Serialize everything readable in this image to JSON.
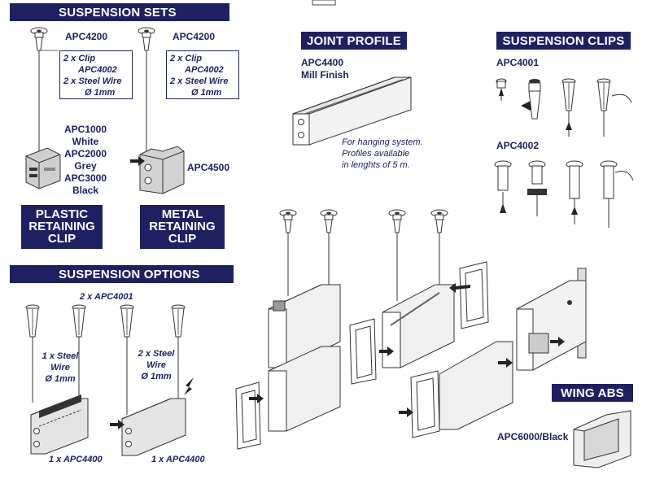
{
  "suspension_sets": {
    "title": "SUSPENSION SETS",
    "left_code": "APC4200",
    "right_code": "APC4200",
    "kit_left": [
      "2 x Clip",
      "APC4002",
      "2 x Steel Wire",
      "Ø 1mm"
    ],
    "kit_right": [
      "2 x Clip",
      "APC4002",
      "2 x Steel Wire",
      "Ø 1mm"
    ],
    "plastic_codes": [
      "APC1000",
      "White",
      "APC2000",
      "Grey",
      "APC3000",
      "Black"
    ],
    "metal_code": "APC4500",
    "plastic_clip_label": [
      "PLASTIC",
      "RETAINING",
      "CLIP"
    ],
    "metal_clip_label": [
      "METAL",
      "RETAINING",
      "CLIP"
    ]
  },
  "joint_profile": {
    "title": "JOINT PROFILE",
    "code": "APC4400",
    "finish": "Mill Finish",
    "note": [
      "For hanging system.",
      "Profiles available",
      "in lenghts of 5 m."
    ]
  },
  "suspension_clips": {
    "title": "SUSPENSION CLIPS",
    "code_a": "APC4001",
    "code_b": "APC4002"
  },
  "suspension_options": {
    "title": "SUSPENSION OPTIONS",
    "top_caption": "2 x APC4001",
    "left_wire": [
      "1 x Steel",
      "Wire",
      "Ø 1mm"
    ],
    "right_wire": [
      "2 x Steel",
      "Wire",
      "Ø 1mm"
    ],
    "left_profile": "1 x  APC4400",
    "right_profile": "1 x  APC4400"
  },
  "wing_abs": {
    "title": "WING ABS",
    "code": "APC6000/Black"
  },
  "colors": {
    "navy": "#1d2162",
    "line": "#333333",
    "panel": "#eeeeee"
  }
}
